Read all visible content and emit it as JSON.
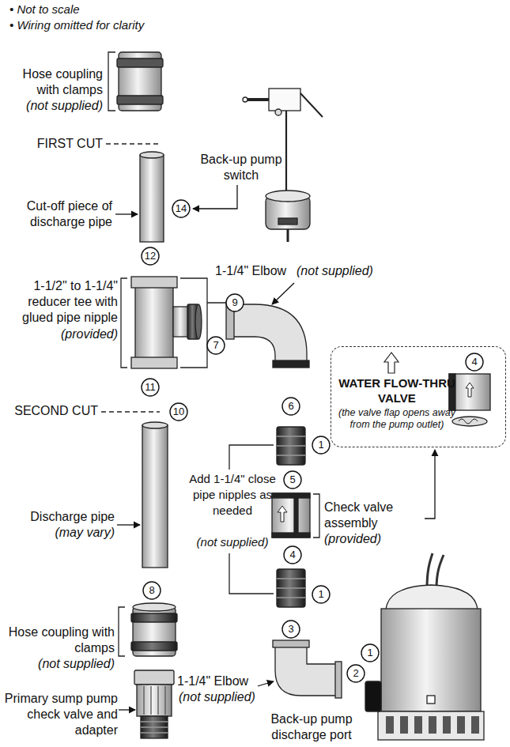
{
  "diagram": {
    "nodes": [
      {
        "text": [
          "WATER FLOW-THRU VALVE",
          "(the valve flap opens away from the pump outlet)"
        ]
      }
    ],
    "labels": [
      "• Not to scale",
      "• Wiring omitted for clarity",
      "Hose coupling with clamps",
      "(not supplied)",
      "FIRST CUT",
      "Back-up pump switch",
      "Cut-off piece of discharge pipe",
      "14",
      "12",
      "1-1/2\" to 1-1/4\" reducer tee with glued pipe nipple",
      "(provided)",
      "9",
      "11",
      "1-1/4\" Elbow",
      "(not supplied)",
      "7",
      "4",
      "6",
      "SECOND CUT",
      "10",
      "1",
      "Add 1-1/4\" close pipe nipples as needed",
      "(not supplied)",
      "5",
      "Check valve assembly",
      "(provided)",
      "4",
      "Discharge pipe",
      "(may vary)",
      "1",
      "3",
      "8",
      "Hose coupling with clamps",
      "(not supplied)",
      "1-1/4\" Elbow",
      "(not supplied)",
      "1",
      "2",
      "Primary sump pump check valve and adapter",
      "Back-up pump discharge port"
    ]
  }
}
